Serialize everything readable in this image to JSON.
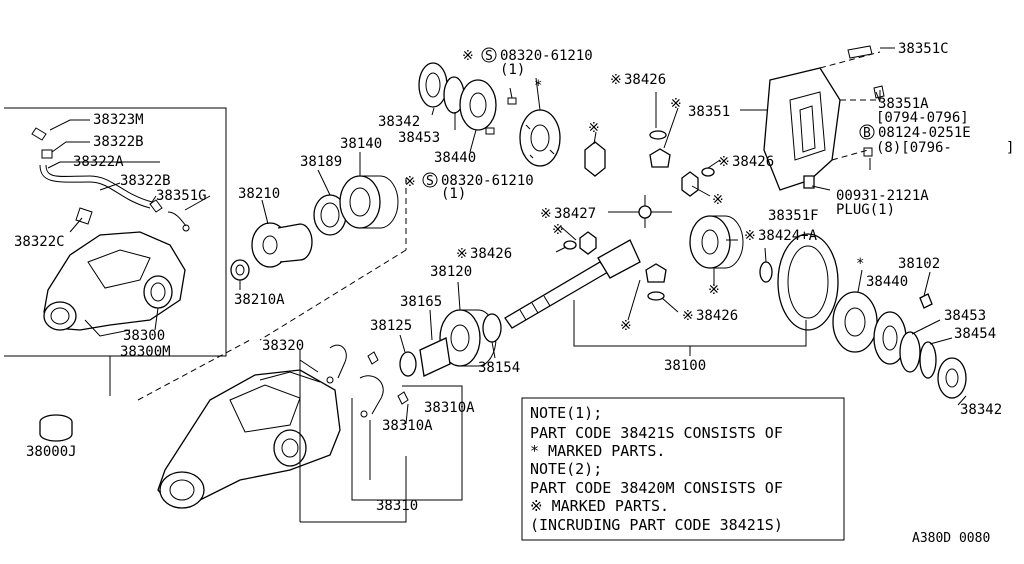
{
  "diagram": {
    "part_labels": {
      "p38323M": "38323M",
      "p38322B_a": "38322B",
      "p38322A": "38322A",
      "p38322B_b": "38322B",
      "p38351G": "38351G",
      "p38322C": "38322C",
      "p38300": "38300",
      "p38300M": "38300M",
      "p38000J": "38000J",
      "p38210": "38210",
      "p38210A": "38210A",
      "p38189": "38189",
      "p38140": "38140",
      "p38342_top": "38342",
      "p38453_top": "38453",
      "p38440_top": "38440",
      "p08320_top": "08320-61210",
      "p08320_top_qty": "(1)",
      "p08320_mid": "08320-61210",
      "p08320_mid_qty": "(1)",
      "p38426_a": "38426",
      "p38426_b": "38426",
      "p38426_c": "38426",
      "p38426_d": "38426",
      "p38427": "38427",
      "p38424A": "38424+A",
      "p38351": "38351",
      "p38351C": "38351C",
      "p38351A": "38351A",
      "p38351A_range": "[0794-0796]",
      "p08124": "08124-0251E",
      "p08124_qty": "(8)[0796-",
      "p00931": "00931-2121A",
      "p00931_plug": "PLUG(1)",
      "p38351F": "38351F",
      "p38120": "38120",
      "p38165": "38165",
      "p38125": "38125",
      "p38154": "38154",
      "p38100": "38100",
      "p38102": "38102",
      "p38440_r": "38440",
      "p38453_r": "38453",
      "p38454": "38454",
      "p38342_r": "38342",
      "p38320": "38320",
      "p38310A_a": "38310A",
      "p38310A_b": "38310A",
      "p38310": "38310"
    },
    "symbols": {
      "kome": "※",
      "asterisk": "*",
      "circle_s": "S",
      "circle_b": "B",
      "bracket_end": "]"
    },
    "note_lines": [
      "NOTE(1);",
      "PART CODE 38421S CONSISTS OF",
      "* MARKED PARTS.",
      "NOTE(2);",
      "PART CODE 38420M CONSISTS OF",
      "※ MARKED PARTS.",
      "(INCRUDING PART CODE 38421S)"
    ],
    "figure_code": "A380D 0080"
  }
}
